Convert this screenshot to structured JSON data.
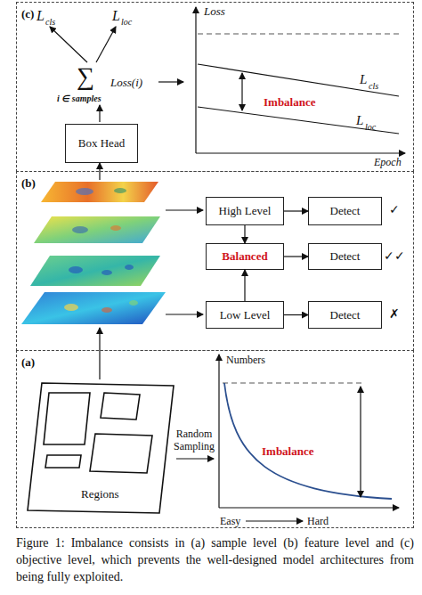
{
  "diagram": {
    "caption": "Figure 1: Imbalance consists in (a) sample level (b) feature level and (c) objective level, which prevents the well-designed model architectures from being fully exploited.",
    "nodes": [
      {
        "text": [
          "(c)"
        ]
      },
      {
        "text": [
          "Box Head"
        ],
        "in": 0
      },
      {
        "text": [
          "(b)"
        ]
      },
      {
        "text": [
          "High Level"
        ],
        "in": 2
      },
      {
        "text": [
          "Detect"
        ],
        "in": 2
      },
      {
        "text": [
          "Balanced"
        ],
        "in": 2
      },
      {
        "text": [
          "Detect"
        ],
        "in": 2
      },
      {
        "text": [
          "Low Level"
        ],
        "in": 2
      },
      {
        "text": [
          "Detect"
        ],
        "in": 2
      },
      {
        "text": [
          "(a)"
        ]
      },
      {
        "text": [
          "Regions"
        ],
        "in": 9
      }
    ],
    "edges": [
      {
        "from": 3,
        "to": 4,
        "arrow": "to"
      },
      {
        "from": 5,
        "to": 6,
        "arrow": "to"
      },
      {
        "from": 7,
        "to": 8,
        "arrow": "to"
      },
      {
        "from": 3,
        "to": 5,
        "arrow": "to"
      },
      {
        "from": 7,
        "to": 5,
        "arrow": "to"
      }
    ],
    "labels": [
      "L",
      "cls",
      "L",
      "loc",
      "∑",
      "i ∈ samples",
      "Loss(i)",
      "Loss",
      "Imbalance",
      "L",
      "cls",
      "L",
      "loc",
      "Epoch",
      "✓",
      "✓✓",
      "✗",
      "Numbers",
      "Random Sampling",
      "Imbalance",
      "Easy",
      "Hard"
    ]
  }
}
